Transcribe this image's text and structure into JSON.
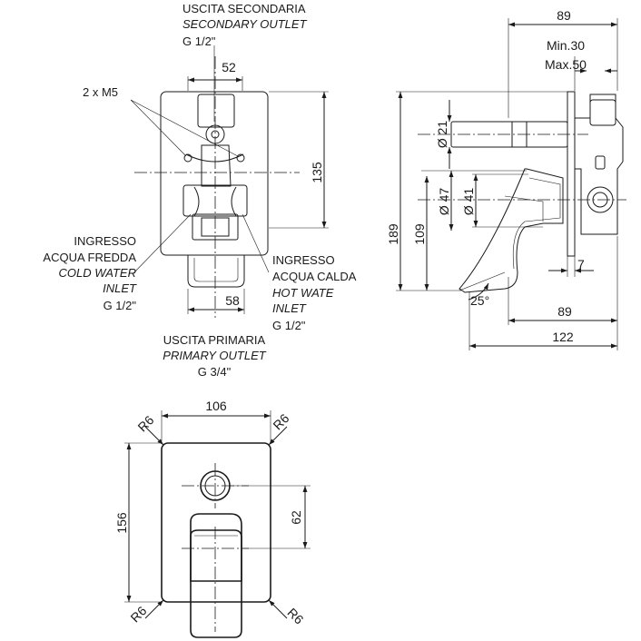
{
  "labels": {
    "secondary_outlet_it": "USCITA SECONDARIA",
    "secondary_outlet_en": "SECONDARY OUTLET",
    "secondary_outlet_size": "G 1/2\"",
    "screws": "2 x M5",
    "cold_inlet_it_1": "INGRESSO",
    "cold_inlet_it_2": "ACQUA FREDDA",
    "cold_inlet_en_1": "COLD WATER",
    "cold_inlet_en_2": "INLET",
    "cold_inlet_size": "G 1/2\"",
    "hot_inlet_it_1": "INGRESSO",
    "hot_inlet_it_2": "ACQUA CALDA",
    "hot_inlet_en_1": "HOT WATE",
    "hot_inlet_en_2": "INLET",
    "hot_inlet_size": "G 1/2\"",
    "primary_outlet_it": "USCITA PRIMARIA",
    "primary_outlet_en": "PRIMARY OUTLET",
    "primary_outlet_size": "G 3/4\""
  },
  "dimensions": {
    "front_top_width": "52",
    "front_height": "135",
    "front_bottom_width": "58",
    "side_top_depth": "89",
    "side_min": "Min.30",
    "side_max": "Max.50",
    "diameter_21": "Ø 21",
    "diameter_47": "Ø 47",
    "diameter_41": "Ø 41",
    "side_total_height": "189",
    "side_lower_height": "109",
    "side_plate": "7",
    "side_angle": "25°",
    "side_bottom_depth": "89",
    "side_total_depth": "122",
    "plate_width": "106",
    "plate_height": "156",
    "plate_offset": "62",
    "radius_tl": "R6",
    "radius_tr": "R6",
    "radius_bl": "R6",
    "radius_br": "R6"
  }
}
